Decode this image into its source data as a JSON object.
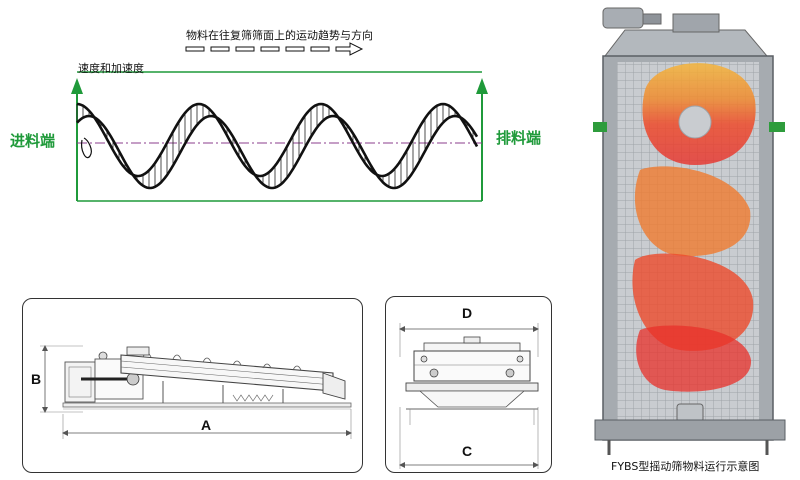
{
  "motion_title": "物料在往复筛筛面上的运动趋势与方向",
  "velocity_label": "速度和加速度",
  "feed_end_label": "进料端",
  "discharge_end_label": "排料端",
  "side_view": {
    "dim_height": "B",
    "dim_length": "A"
  },
  "end_view": {
    "dim_top": "D",
    "dim_bottom": "C"
  },
  "photo_caption": "FYBS型摇动筛物料运行示意图",
  "colors": {
    "green": "#1f9a3a",
    "purple_axis": "#8b3c8e",
    "frame": "#777777"
  }
}
